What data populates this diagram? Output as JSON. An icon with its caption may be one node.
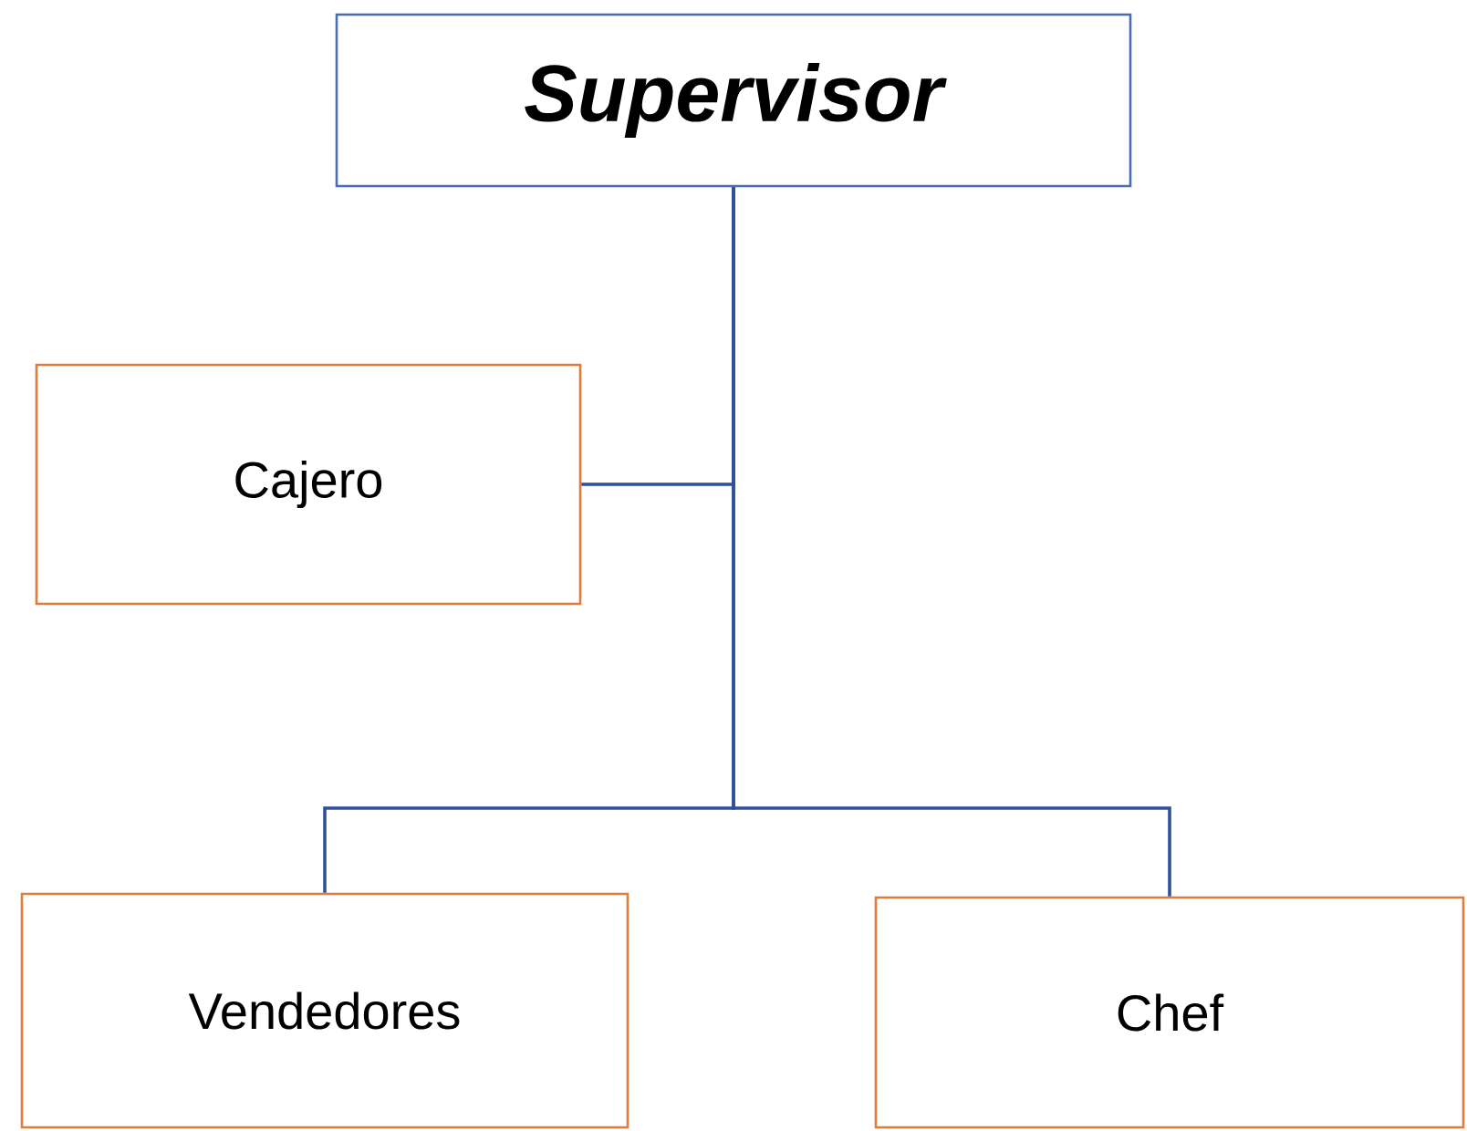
{
  "diagram": {
    "nodes": [
      {
        "text": [
          "Supervisor"
        ]
      },
      {
        "text": [
          "Cajero"
        ]
      },
      {
        "text": [
          "Vendedores"
        ]
      },
      {
        "text": [
          "Chef"
        ]
      }
    ],
    "edges": [
      {
        "from": 0,
        "to": 1,
        "arrow": "none"
      },
      {
        "from": 0,
        "to": 2,
        "arrow": "none"
      },
      {
        "from": 0,
        "to": 3,
        "arrow": "none"
      }
    ]
  }
}
